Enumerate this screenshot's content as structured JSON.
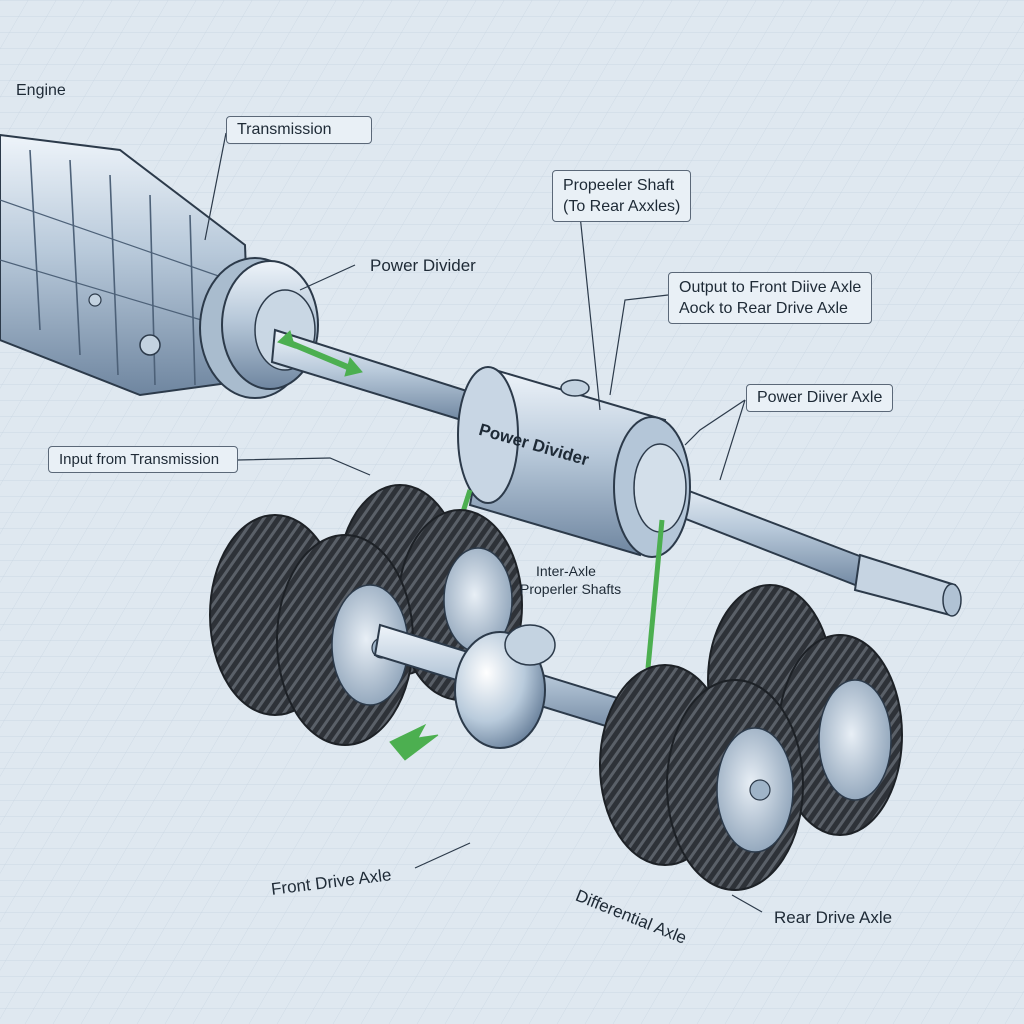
{
  "diagram": {
    "labels": {
      "engine": "Engine",
      "transmission": "Transmission",
      "propeller_shaft_line1": "Propeeler Shaft",
      "propeller_shaft_line2": "(To Rear Axxles)",
      "power_divider_top": "Power Divider",
      "output_line1": "Output to Front Diive Axle",
      "output_line2": "Aock to Rear Drive Axle",
      "power_divider_axle": "Power Diiver Axle",
      "input_from_transmission": "Input from Transmission",
      "power_divider_housing": "Power Divider",
      "inter_axle_line1": "Inter-Axle",
      "inter_axle_line2": "Properler Shafts",
      "front_drive_axle": "Front Drive Axle",
      "differential_axle": "Differential Axle",
      "rear_drive_axle": "Rear Drive Axle"
    },
    "colors": {
      "background": "#dfe8f0",
      "grid": "#c9d6e2",
      "metal_light": "#d6e2ee",
      "metal_mid": "#9fb4c8",
      "metal_dark": "#5f7690",
      "outline": "#2c3a4a",
      "tire": "#2e3238",
      "flow_arrow": "#4caf50"
    }
  }
}
